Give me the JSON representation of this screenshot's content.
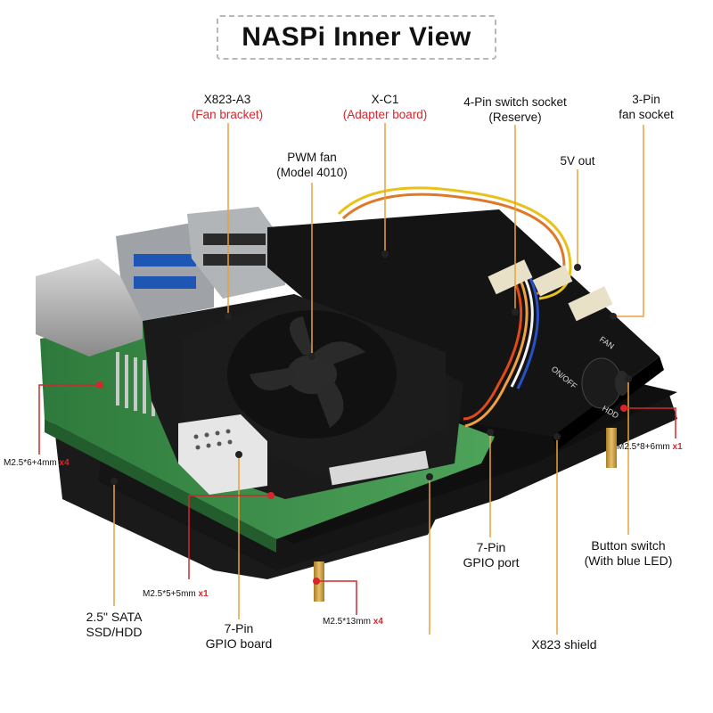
{
  "title": "NASPi Inner View",
  "labels": {
    "x823_a3": "X823-A3",
    "fan_bracket": "(Fan bracket)",
    "x_c1": "X-C1",
    "adapter_board": "(Adapter board)",
    "switch_socket": "4-Pin switch socket",
    "reserve": "(Reserve)",
    "fan_socket_1": "3-Pin",
    "fan_socket_2": "fan socket",
    "pwm_fan": "PWM fan",
    "model": "(Model 4010)",
    "five_v": "5V out",
    "sata_1": "2.5\" SATA",
    "sata_2": "SSD/HDD",
    "gpio_board_1": "7-Pin",
    "gpio_board_2": "GPIO board",
    "gpio_port_1": "7-Pin",
    "gpio_port_2": "GPIO port",
    "button_1": "Button switch",
    "button_2": "(With blue LED)",
    "shield": "X823 shield"
  },
  "screws": {
    "left": {
      "size": "M2.5*6+4mm",
      "qty": "x4"
    },
    "right": {
      "size": "M2.5*8+6mm",
      "qty": "x1"
    },
    "mid": {
      "size": "M2.5*5+5mm",
      "qty": "x1"
    },
    "bottom": {
      "size": "M2.5*13mm",
      "qty": "x4"
    }
  },
  "board_text": {
    "fan": "FAN",
    "onoff": "ON/OFF",
    "hdd": "HDD"
  },
  "colors": {
    "leader": "#e8a23b",
    "leader_red": "#d6262b",
    "pcb_green": "#3e8f4a",
    "board_black": "#141414",
    "fan_black": "#1c1c1c",
    "brass": "#c79a3c"
  }
}
